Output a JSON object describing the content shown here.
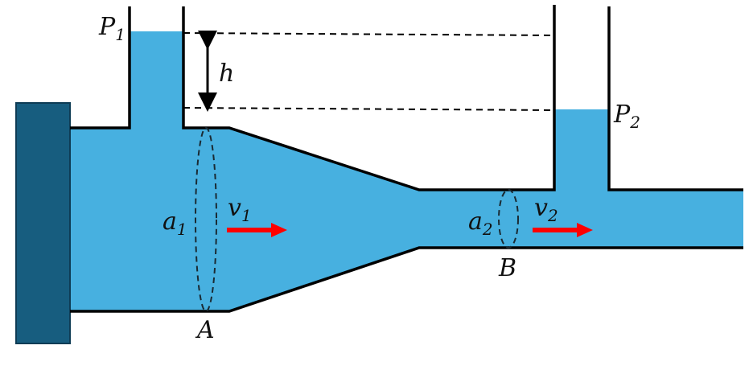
{
  "diagram": {
    "title": "Venturi meter",
    "labels": {
      "p1": "P",
      "p1_sub": "1",
      "p2": "P",
      "p2_sub": "2",
      "h": "h",
      "a1": "a",
      "a1_sub": "1",
      "a2": "a",
      "a2_sub": "2",
      "v1": "v",
      "v1_sub": "1",
      "v2": "v",
      "v2_sub": "2",
      "point_a": "A",
      "point_b": "B"
    },
    "colors": {
      "fluid": "#47b0e0",
      "block": "#175d7f",
      "wall": "#000000",
      "flow_arrow": "#ff0000"
    }
  }
}
